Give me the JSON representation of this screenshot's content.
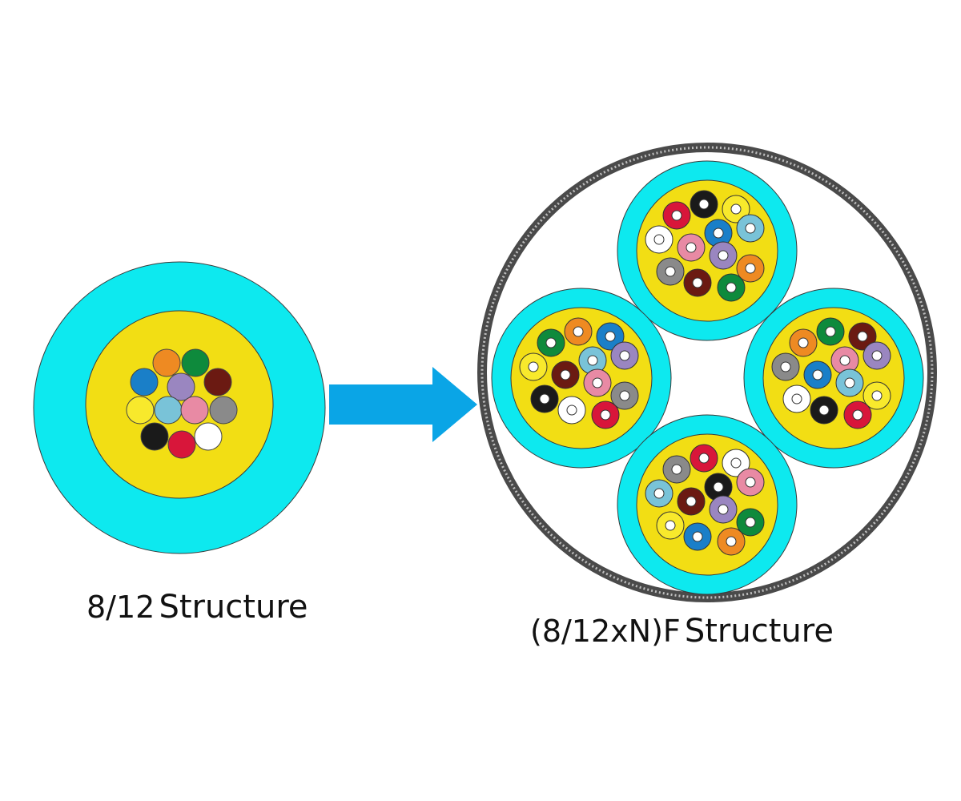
{
  "single_unit": {
    "caption_prefix": "8/12",
    "caption_word": "Structure",
    "fiber_colors": [
      "orange",
      "green",
      "blue",
      "violet",
      "brown",
      "yellow",
      "aqua",
      "rose",
      "slate",
      "black",
      "red",
      "white"
    ]
  },
  "arrow": {
    "color": "#0aa5e6"
  },
  "multi_unit": {
    "caption_prefix": "(8/12xN)F",
    "caption_word": "Structure",
    "unit_count": 4,
    "units": [
      {
        "fibers": [
          "black",
          "yellow",
          "red",
          "aqua",
          "blue",
          "white",
          "rose",
          "violet",
          "slate",
          "orange",
          "brown",
          "green"
        ]
      },
      {
        "fibers": [
          "orange",
          "blue",
          "green",
          "violet",
          "aqua",
          "yellow",
          "brown",
          "rose",
          "black",
          "slate",
          "white",
          "red"
        ]
      },
      {
        "fibers": [
          "green",
          "brown",
          "orange",
          "violet",
          "rose",
          "slate",
          "blue",
          "aqua",
          "white",
          "yellow",
          "black",
          "red"
        ]
      },
      {
        "fibers": [
          "red",
          "white",
          "slate",
          "rose",
          "black",
          "aqua",
          "brown",
          "violet",
          "yellow",
          "green",
          "blue",
          "orange"
        ]
      }
    ]
  },
  "palette": {
    "jacket": "#0de9ef",
    "buffer": "#f2de14",
    "outer_sheath": "#4a4a4a",
    "blue": "#1a7fc8",
    "orange": "#ee8a22",
    "green": "#0e8a3c",
    "brown": "#6b1a12",
    "slate": "#8a8a8a",
    "white": "#ffffff",
    "red": "#d8163a",
    "black": "#1a1a1a",
    "yellow": "#f8e92c",
    "violet": "#9a86c0",
    "rose": "#e88aa4",
    "aqua": "#79c3d8"
  }
}
